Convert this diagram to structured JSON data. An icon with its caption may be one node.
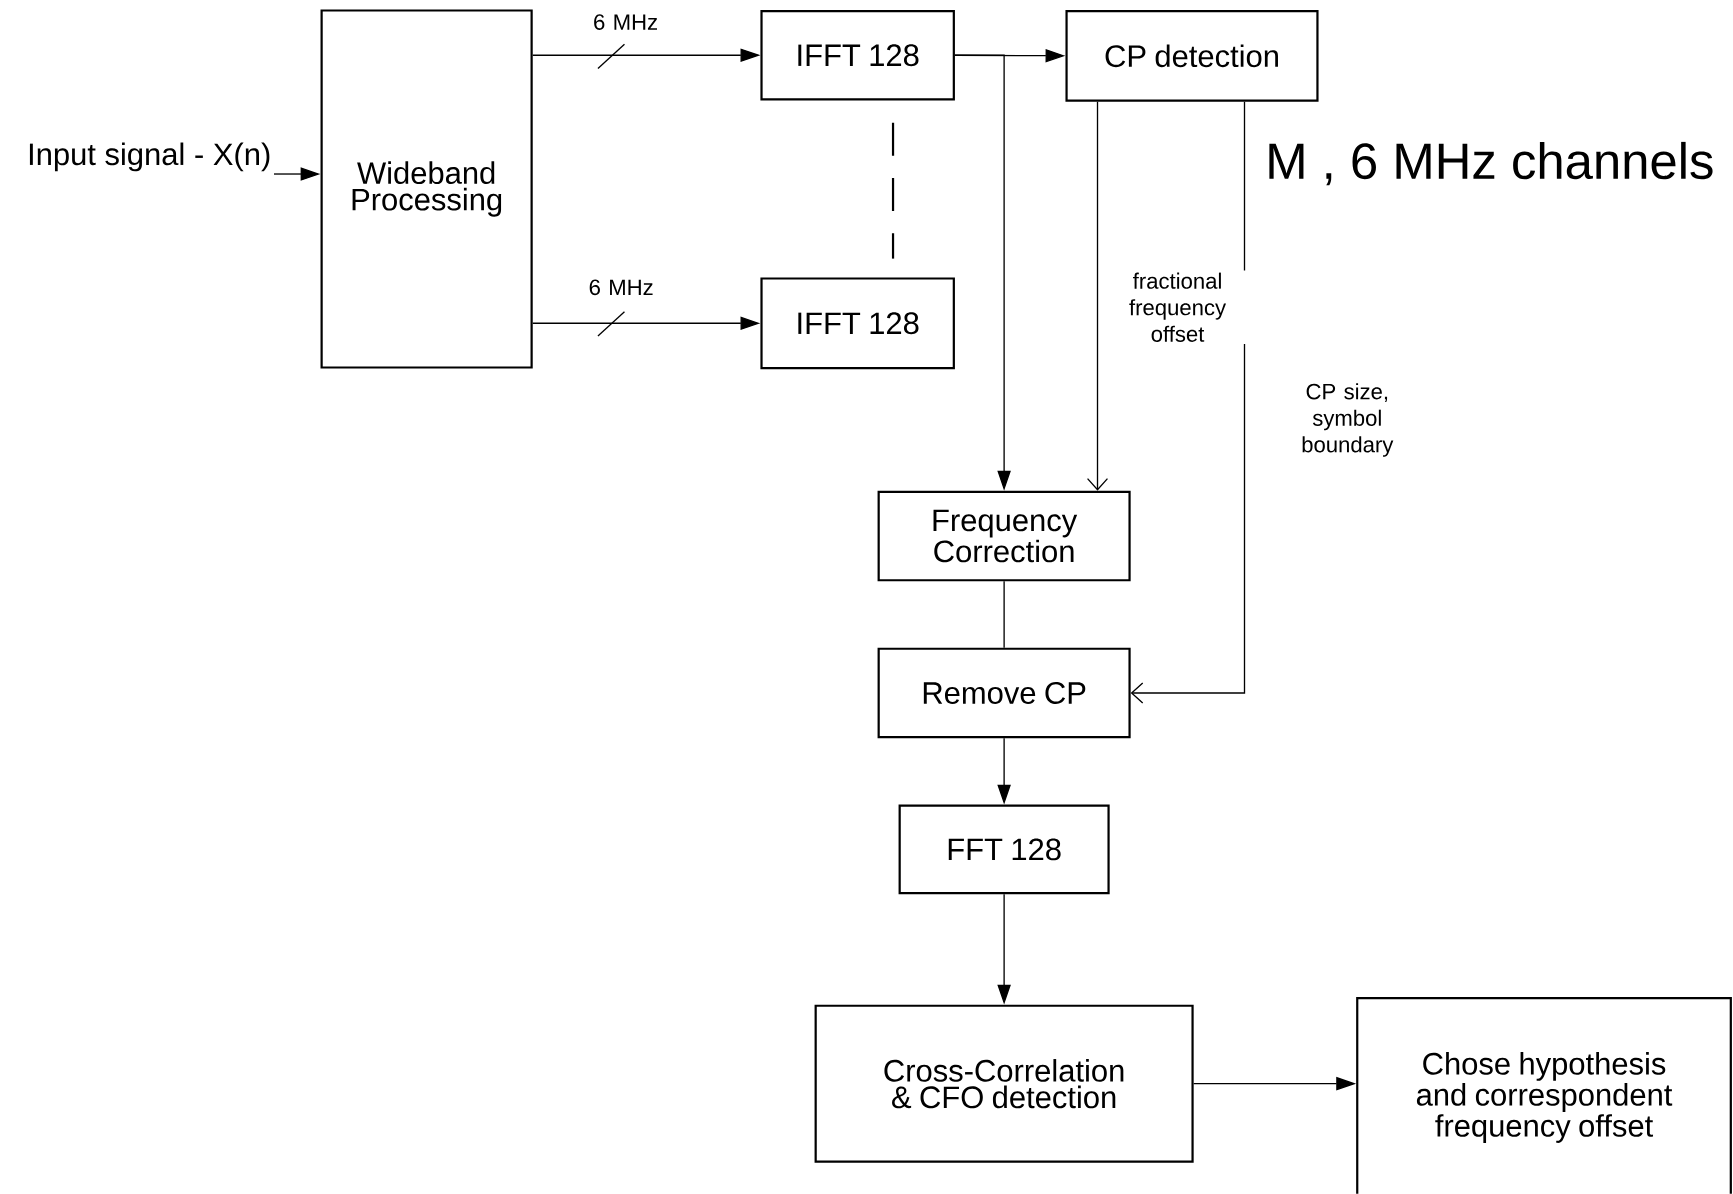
{
  "diagram": {
    "nodes": [
      {
        "text": [
          "Wideband Processing"
        ]
      },
      {
        "text": [
          "IFFT 128"
        ]
      },
      {
        "text": [
          "CP detection"
        ]
      },
      {
        "text": [
          "IFFT 128"
        ]
      },
      {
        "text": [
          "Frequency Correction"
        ]
      },
      {
        "text": [
          "Remove CP"
        ]
      },
      {
        "text": [
          "FFT 128"
        ]
      },
      {
        "text": [
          "Cross-Correlation & CFO detection"
        ]
      },
      {
        "text": [
          "Chose hypothesis and correspondent frequency offset"
        ]
      },
      {
        "text": [
          "Input signal - X(n)"
        ]
      }
    ],
    "edges": [
      {
        "from": 9,
        "to": 0,
        "arrow": "to"
      },
      {
        "from": 0,
        "to": 1,
        "arrow": "to",
        "label": "6 MHz"
      },
      {
        "from": 0,
        "to": 3,
        "arrow": "to",
        "label": "6 MHz"
      },
      {
        "from": 1,
        "to": 3,
        "arrow": "none",
        "style": "dashed"
      },
      {
        "from": 1,
        "to": 2,
        "arrow": "to"
      },
      {
        "from": 1,
        "to": 4,
        "arrow": "to"
      },
      {
        "from": 2,
        "to": 4,
        "arrow": "to",
        "label": "fractional frequency offset"
      },
      {
        "from": 2,
        "to": 5,
        "arrow": "to",
        "label": "CP size, symbol boundary"
      },
      {
        "from": 4,
        "to": 5,
        "arrow": "none"
      },
      {
        "from": 5,
        "to": 6,
        "arrow": "to"
      },
      {
        "from": 6,
        "to": 7,
        "arrow": "to"
      },
      {
        "from": 7,
        "to": 8,
        "arrow": "to"
      }
    ],
    "labels": [
      "M , 6 MHz channels"
    ]
  }
}
